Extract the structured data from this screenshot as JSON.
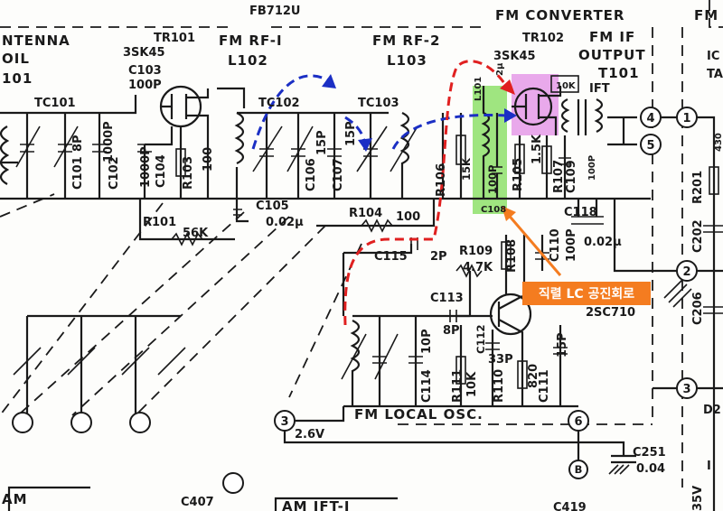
{
  "section": {
    "module_id": "FB712U",
    "title": "FM CONVERTER",
    "fm_rf1": "FM RF-I",
    "fm_rf1_coil": "L102",
    "fm_rf2": "FM RF-2",
    "fm_rf2_coil": "L103",
    "fm_if_output": [
      "FM IF",
      "OUTPUT",
      "T101"
    ],
    "fm_local_osc": "FM LOCAL OSC.",
    "right_fm": "FM",
    "right_ic": "IC",
    "right_ta": "TA",
    "am": "AM",
    "am_ift": "AM IFT-I"
  },
  "antenna_labels": [
    "NTENNA",
    "OIL",
    "101"
  ],
  "components": {
    "TR101": "TR101",
    "TR101_type": "3SK45",
    "TR102": "TR102",
    "TR102_type": "3SK45",
    "TR103_type": "2SC710",
    "TR103_partial": "R103",
    "C103": "C103",
    "C103_value": "100P",
    "TC101": "TC101",
    "TC102": "TC102",
    "TC103": "TC103",
    "C101": "C101",
    "C101_value": "8P",
    "C102": "C102",
    "C102_value": "1000P",
    "C104": "C104",
    "C104_value": "1000P",
    "R103": "R103",
    "R103_value": "100",
    "C105": "C105",
    "C105_value": "0.02μ",
    "C106": "C106",
    "C106_value": "15P",
    "C107": "C107",
    "C107_value": "15P",
    "R101": "R101",
    "R101_value": "56K",
    "R104": "R104",
    "R104_value": "100",
    "R106": "R106",
    "R106_value": "15K",
    "L101": "L101",
    "L101_value": "2μ",
    "C108": "C108",
    "C108_value": "100P",
    "R105": "R105",
    "R105_value": "1.5K",
    "R107": "R107",
    "R107_value": "10K",
    "C109": "C109",
    "C109_value": "100P",
    "C110": "C110",
    "C110_value": "100P",
    "C118": "C118",
    "C118_value": "0.02μ",
    "R109": "R109",
    "R109_value": "4.7K",
    "R108": "R108",
    "C115": "C115",
    "C115_value": "2P",
    "C113": "C113",
    "C113_value": "8P",
    "C114": "C114",
    "C114_value": "10P",
    "C112": "C112",
    "C112_value": "33P",
    "R111": "R111",
    "R111_value": "10K",
    "R110": "R110",
    "R110_value": "820",
    "C111": "C111",
    "C111_value": "15P",
    "IFT": "IFT",
    "IFT_res": "10K",
    "R201": "R201",
    "R201_value": "430",
    "C202": "C202",
    "C206": "C206",
    "C251": "C251",
    "C251_value": "0.04",
    "C407": "C407",
    "C419": "C419",
    "supply": "2.6V",
    "D2": "D2",
    "right_I": "I",
    "right_35V": "35V"
  },
  "terminals": [
    "4",
    "5",
    "1",
    "2",
    "3",
    "6",
    "B"
  ],
  "annotation": {
    "text": "직렬 LC 공진회로",
    "color": "#f47c20"
  },
  "highlights": {
    "green": "#8ee06a",
    "pink": "#e59ae8",
    "red_arrow": "#e02020",
    "blue_arrow": "#1b2fc4"
  }
}
